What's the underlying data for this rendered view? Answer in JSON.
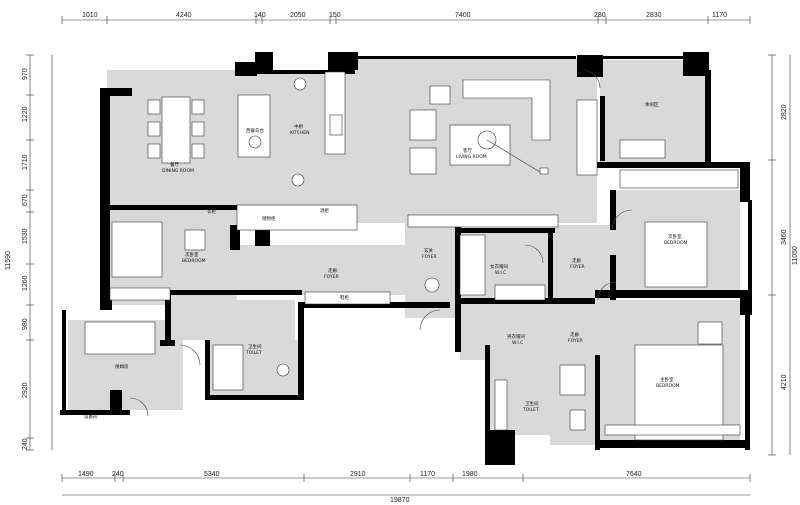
{
  "dims": {
    "top": [
      "1010",
      "4240",
      "140",
      "2050",
      "150",
      "7400",
      "280",
      "2830",
      "1170"
    ],
    "bottom": [
      "1490",
      "240",
      "5340",
      "2910",
      "1170",
      "1980",
      "7640"
    ],
    "total_bottom": "19870",
    "left": [
      "970",
      "1220",
      "1710",
      "670",
      "1530",
      "1260",
      "980",
      "2920",
      "240"
    ],
    "total_left": "11590",
    "right": [
      "2820",
      "3460",
      "4210"
    ],
    "total_right": "11050"
  },
  "rooms": {
    "dining": "餐厅",
    "dining_en": "DINING ROOM",
    "bar": "西餐岛台",
    "kitchen": "中厨",
    "kitchen_en": "KITCHEN",
    "living": "客厅",
    "living_en": "LIVING ROOM",
    "leisure": "休闲区",
    "guest": "次卧室",
    "guest_en": "BEDROOM",
    "bedroom2": "次卧室",
    "bedroom2_en": "BEDROOM",
    "hall": "走廊",
    "hall_en": "FOYER",
    "entrance": "玄关",
    "entrance_en": "FOYER",
    "wic_f": "女衣帽间",
    "wic_f_en": "W.I.C",
    "wic_m": "男衣帽间",
    "wic_m_en": "W.I.C",
    "corridor": "走廊",
    "corridor_en": "FOYER",
    "corridor2": "走廊",
    "corridor2_en": "FOYER",
    "master": "主卧室",
    "master_en": "BEDROOM",
    "bath1": "卫生间",
    "bath1_en": "TOILET",
    "bath2": "卫生间",
    "bath2_en": "TOILET",
    "nanny": "保姆房",
    "utility": "设备间",
    "cabinet1": "衣柜",
    "cabinet2": "储物柜",
    "cabinet3": "酒柜",
    "cabinet4": "鞋柜"
  }
}
